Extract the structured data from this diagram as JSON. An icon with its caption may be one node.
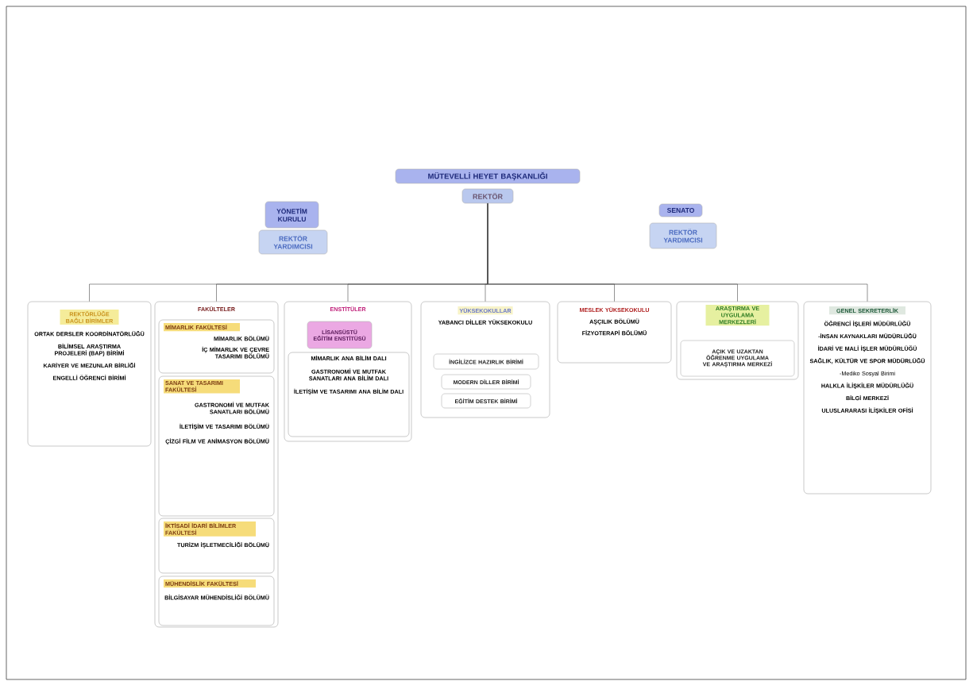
{
  "diagram": {
    "nodes": [
      {
        "text": [
          "MÜTEVELLİ HEYET BAŞKANLIĞI"
        ]
      },
      {
        "text": [
          "REKTÖR"
        ]
      },
      {
        "text": [
          "YÖNETİM KURULU"
        ]
      },
      {
        "text": [
          "REKTÖR YARDIMCISI"
        ]
      },
      {
        "text": [
          "SENATO"
        ]
      },
      {
        "text": [
          "REKTÖR YARDIMCISI"
        ]
      },
      {
        "text": [
          "REKTÖRLÜĞE BAĞLI BİRİMLER",
          "ORTAK DERSLER KOORDİNATÖRLÜĞÜ",
          "BİLİMSEL ARAŞTIRMA PROJELERİ (BAP) BİRİMİ",
          "KARİYER VE MEZUNLAR BİRLİĞİ",
          "ENGELLİ ÖĞRENCİ BİRİMİ"
        ]
      },
      {
        "text": [
          "FAKÜLTELER"
        ]
      },
      {
        "text": [
          "MİMARLIK FAKÜLTESİ",
          "MİMARLIK BÖLÜMÜ",
          "İÇ MİMARLIK VE ÇEVRE TASARIMI BÖLÜMÜ"
        ],
        "in": 7
      },
      {
        "text": [
          "SANAT VE TASARIMI FAKÜLTESİ",
          "GASTRONOMİ VE MUTFAK SANATLARI BÖLÜMÜ",
          "İLETİŞİM VE TASARIMI BÖLÜMÜ",
          "ÇİZGİ FİLM VE ANİMASYON BÖLÜMÜ"
        ],
        "in": 7
      },
      {
        "text": [
          "İKTİSADİ İDARİ BİLİMLER FAKÜLTESİ",
          "TURİZM İŞLETMECİLİĞİ BÖLÜMÜ"
        ],
        "in": 7
      },
      {
        "text": [
          "MÜHENDİSLİK FAKÜLTESİ",
          "BİLGİSAYAR MÜHENDİSLİĞİ BÖLÜMÜ"
        ],
        "in": 7
      },
      {
        "text": [
          "ENSTİTÜLER"
        ]
      },
      {
        "text": [
          "LİSANSÜSTÜ EĞİTİM ENSTİTÜSÜ"
        ],
        "in": 12
      },
      {
        "text": [
          "MİMARLIK ANA BİLİM DALI",
          "GASTRONOMİ VE MUTFAK SANATLARI ANA BİLİM DALI",
          "İLETİŞİM VE TASARIMI ANA BİLİM DALI"
        ],
        "in": 12
      },
      {
        "text": [
          "YÜKSEKOKULLAR",
          "YABANCI DİLLER YÜKSEKOKULU"
        ]
      },
      {
        "text": [
          "İNGİLİZCE HAZIRLIK BİRİMİ"
        ],
        "in": 15
      },
      {
        "text": [
          "MODERN DİLLER BİRİMİ"
        ],
        "in": 15
      },
      {
        "text": [
          "EĞİTİM DESTEK BİRİMİ"
        ],
        "in": 15
      },
      {
        "text": [
          "MESLEK YÜKSEKOKULU",
          "AŞÇILIK BÖLÜMÜ",
          "FİZYOTERAPİ BÖLÜMÜ"
        ]
      },
      {
        "text": [
          "ARAŞTIRMA VE UYGULAMA MERKEZLERİ"
        ]
      },
      {
        "text": [
          "AÇIK VE UZAKTAN ÖĞRENME UYGULAMA VE ARAŞTIRMA MERKEZİ"
        ],
        "in": 20
      },
      {
        "text": [
          "GENEL SEKRETERLİK",
          "ÖĞRENCİ İŞLERİ MÜDÜRLÜĞÜ",
          "-İNSAN KAYNAKLARI MÜDÜRLÜĞÜ",
          "İDARİ VE MALİ İŞLER MÜDÜRLÜĞÜ",
          "SAĞLIK, KÜLTÜR VE SPOR MÜDÜRLÜĞÜ",
          "-Mediko Sosyal Birimi",
          "HALKLA İLİŞKİLER MÜDÜRLÜĞÜ",
          "BİLGİ MERKEZİ",
          "ULUSLARARASI İLİŞKİLER OFİSİ"
        ]
      }
    ],
    "edges": [
      {
        "from": 1,
        "to": 6,
        "arrow": "none"
      },
      {
        "from": 1,
        "to": 7,
        "arrow": "none"
      },
      {
        "from": 1,
        "to": 12,
        "arrow": "none"
      },
      {
        "from": 1,
        "to": 15,
        "arrow": "none"
      },
      {
        "from": 1,
        "to": 19,
        "arrow": "none"
      },
      {
        "from": 1,
        "to": 20,
        "arrow": "none"
      },
      {
        "from": 1,
        "to": 22,
        "arrow": "none"
      }
    ]
  }
}
